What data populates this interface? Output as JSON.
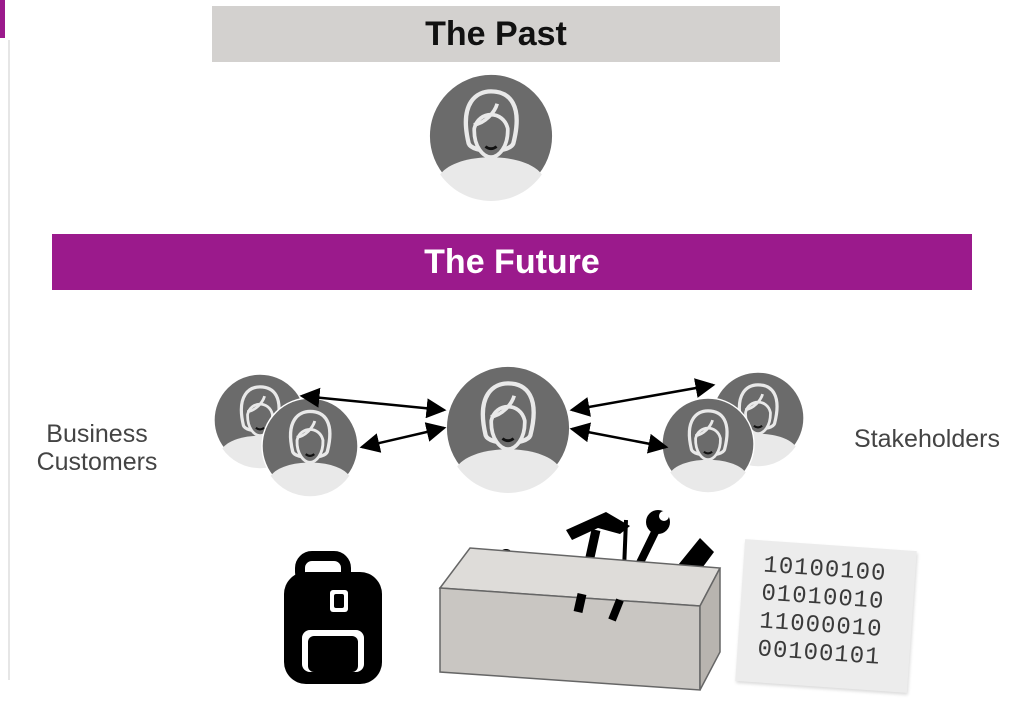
{
  "banners": {
    "past": "The Past",
    "future": "The Future"
  },
  "labels": {
    "left": [
      "Business",
      "Customers"
    ],
    "right": "Stakeholders"
  },
  "binary": [
    "10100100",
    "01010010",
    "11000010",
    "00100101"
  ],
  "colors": {
    "accent": "#9b1a8c",
    "past_banner": "#d3d1cf",
    "avatar_bg": "#6b6b6b",
    "avatar_light": "#e9e9e9"
  },
  "icons": [
    "person-avatar-icon",
    "backpack-icon",
    "toolbox-icon",
    "binary-code-card"
  ]
}
